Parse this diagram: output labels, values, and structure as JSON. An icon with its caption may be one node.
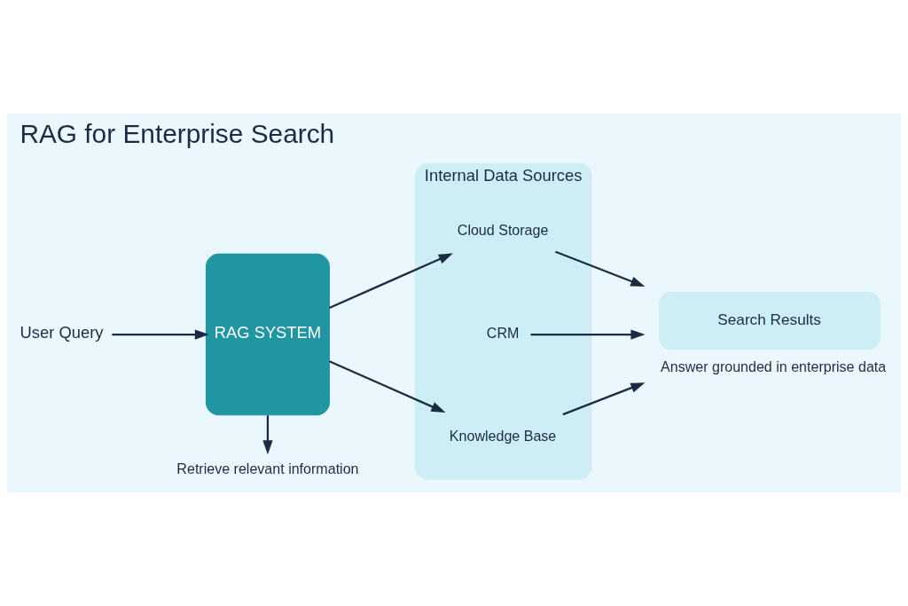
{
  "diagram": {
    "title": "RAG for Enterprise Search",
    "nodes": [
      {
        "text": [
          "User Query"
        ]
      },
      {
        "text": [
          "RAG SYSTEM"
        ]
      },
      {
        "text": [
          "Retrieve relevant information"
        ]
      },
      {
        "text": [
          "Internal Data Sources"
        ]
      },
      {
        "text": [
          "Cloud Storage"
        ],
        "in": 3
      },
      {
        "text": [
          "CRM"
        ],
        "in": 3
      },
      {
        "text": [
          "Knowledge Base"
        ],
        "in": 3
      },
      {
        "text": [
          "Search Results"
        ],
        "beside": [
          "Answer grounded in enterprise data"
        ]
      }
    ],
    "edges": [
      {
        "from": 0,
        "to": 1,
        "arrow": "to"
      },
      {
        "from": 1,
        "to": 2,
        "arrow": "to"
      },
      {
        "from": 1,
        "to": 4,
        "arrow": "to"
      },
      {
        "from": 1,
        "to": 6,
        "arrow": "to"
      },
      {
        "from": 4,
        "to": 7,
        "arrow": "to"
      },
      {
        "from": 5,
        "to": 7,
        "arrow": "to"
      },
      {
        "from": 6,
        "to": 7,
        "arrow": "to"
      }
    ]
  }
}
